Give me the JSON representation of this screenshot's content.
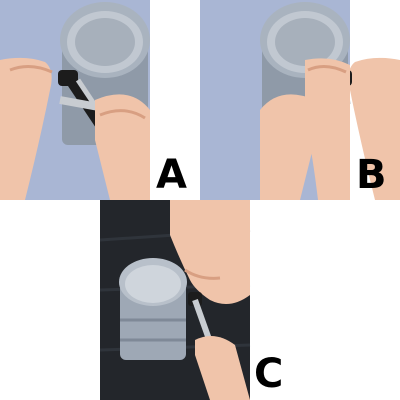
{
  "panels": [
    {
      "id": "A",
      "label": "A",
      "background": "#a9b6d4"
    },
    {
      "id": "B",
      "label": "B",
      "background": "#a9b6d4"
    },
    {
      "id": "C",
      "label": "C",
      "background": "#23262b"
    }
  ],
  "colors": {
    "skin": "#f0c4aa",
    "skin_shadow": "#d89f82",
    "can_metal": "#a9b3bf",
    "can_lid": "#8d98a6",
    "opener_black": "#1c1c1c",
    "opener_steel": "#c8ccd1"
  },
  "icons": [
    "can-icon",
    "hand-icon",
    "can-opener-icon"
  ]
}
